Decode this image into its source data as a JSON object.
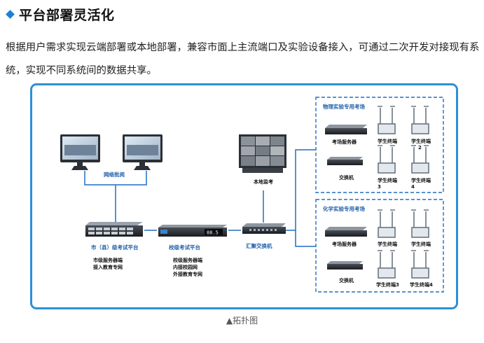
{
  "heading": "平台部署灵活化",
  "paragraph": "根据用户需求实现云端部署或本地部署，兼容市面上主流端口及实验设备接入，可通过二次开发对接现有系统，实现不同系统间的数据共享。",
  "caption": "▲拓扑图",
  "diagram": {
    "review_label": "网络批阅",
    "city_platform": "市（县）级考试平台",
    "city_desc_1": "市级服务器端",
    "city_desc_2": "接入教育专网",
    "school_platform": "校级考试平台",
    "school_desc_1": "校级服务器端",
    "school_desc_2": "内接校园网",
    "school_desc_3": "外接教育专网",
    "monitor_label": "本地监考",
    "switch_label": "汇聚交换机",
    "school_display": "88.5",
    "physics": {
      "title": "物理实验专用考场",
      "server": "考场服务器",
      "switch": "交换机",
      "t1": "学生终端",
      "t2": "学生终端",
      "t2_num": "2",
      "t3": "学生终端",
      "t3_num": "3",
      "t4": "学生终端",
      "t4_num": "4"
    },
    "chemistry": {
      "title": "化学实验专用考场",
      "server": "考场服务器",
      "switch": "交换机",
      "t1": "学生终端",
      "t2": "学生终端",
      "t3": "学生终端3",
      "t4": "学生终端4"
    }
  }
}
